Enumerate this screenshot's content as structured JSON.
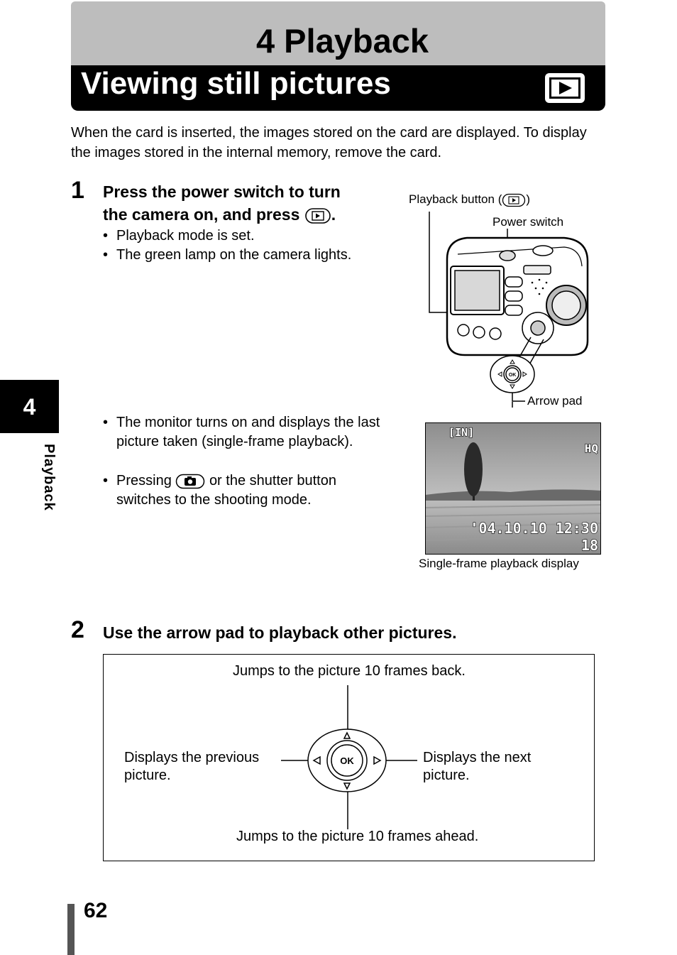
{
  "chapter": {
    "title": "4 Playback"
  },
  "section": {
    "title": "Viewing still pictures",
    "icon": "playback-icon"
  },
  "intro": "When the card is inserted, the images stored on the card are displayed. To display the images stored in the internal memory, remove the card.",
  "step1": {
    "number": "1",
    "heading_line1": "Press the power switch to turn",
    "heading_line2": "the camera on, and press",
    "heading_end": ".",
    "bullets": [
      "Playback mode is set.",
      "The green lamp on the camera lights."
    ],
    "bullets2": [
      "The monitor turns on and displays the last picture taken (single-frame playback)."
    ],
    "pressing_before": "Pressing",
    "pressing_after": "or the shutter button switches to the shooting mode."
  },
  "camera_figure": {
    "playback_button_label": "Playback button (",
    "playback_button_end": ")",
    "power_switch_label": "Power switch",
    "arrow_pad_label": "Arrow pad",
    "ok_label": "OK"
  },
  "lcd": {
    "memory": "[IN]",
    "quality": "HQ",
    "datetime": "'04.10.10  12:30",
    "frame": "18",
    "caption": "Single-frame playback display"
  },
  "step2": {
    "number": "2",
    "heading": "Use the arrow pad to playback other pictures."
  },
  "directions": {
    "up": "Jumps to the picture 10 frames back.",
    "left": "Displays the previous picture.",
    "right": "Displays the next picture.",
    "down": "Jumps to the picture 10 frames ahead.",
    "ok": "OK"
  },
  "sidebar": {
    "chapter_number": "4",
    "label": "Playback"
  },
  "page_number": "62"
}
